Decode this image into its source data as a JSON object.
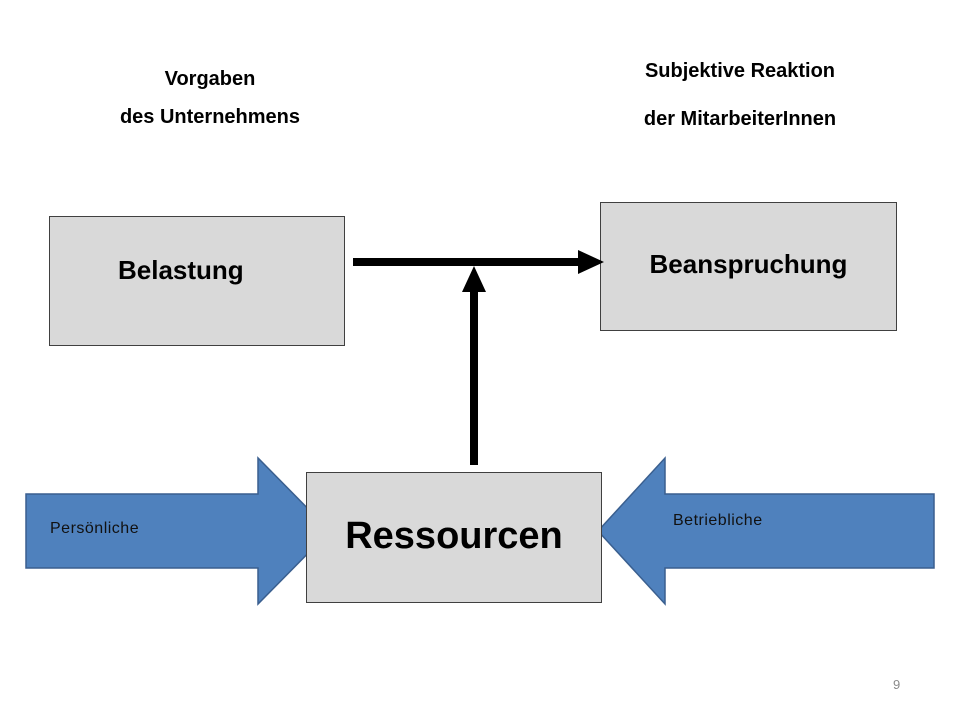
{
  "captions": {
    "left": [
      "Vorgaben",
      "des Unternehmens"
    ],
    "right": [
      "Subjektive Reaktion",
      "der MitarbeiterInnen"
    ]
  },
  "boxes": {
    "belastung": "Belastung",
    "beanspruchung": "Beanspruchung",
    "ressourcen": "Ressourcen"
  },
  "side_arrows": {
    "left_label": "Persönliche",
    "right_label": "Betriebliche"
  },
  "page_number": "9",
  "colors": {
    "box_fill": "#d9d9d9",
    "arrow_fill": "#4f81bd",
    "arrow_stroke": "#3a5f8f",
    "connector": "#000000"
  }
}
